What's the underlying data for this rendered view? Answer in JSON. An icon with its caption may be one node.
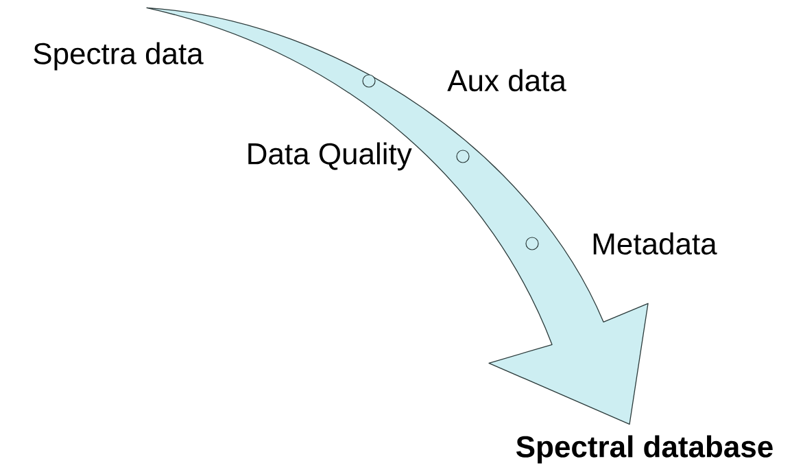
{
  "diagram": {
    "nodes": [
      {
        "text": [
          "Spectra data"
        ]
      },
      {
        "text": [
          "**Spectral database**"
        ]
      }
    ],
    "edges": [
      {
        "from": 0,
        "to": 1,
        "arrow": "to"
      }
    ],
    "labels": [
      "Aux data",
      "Data Quality",
      "Metadata"
    ]
  }
}
